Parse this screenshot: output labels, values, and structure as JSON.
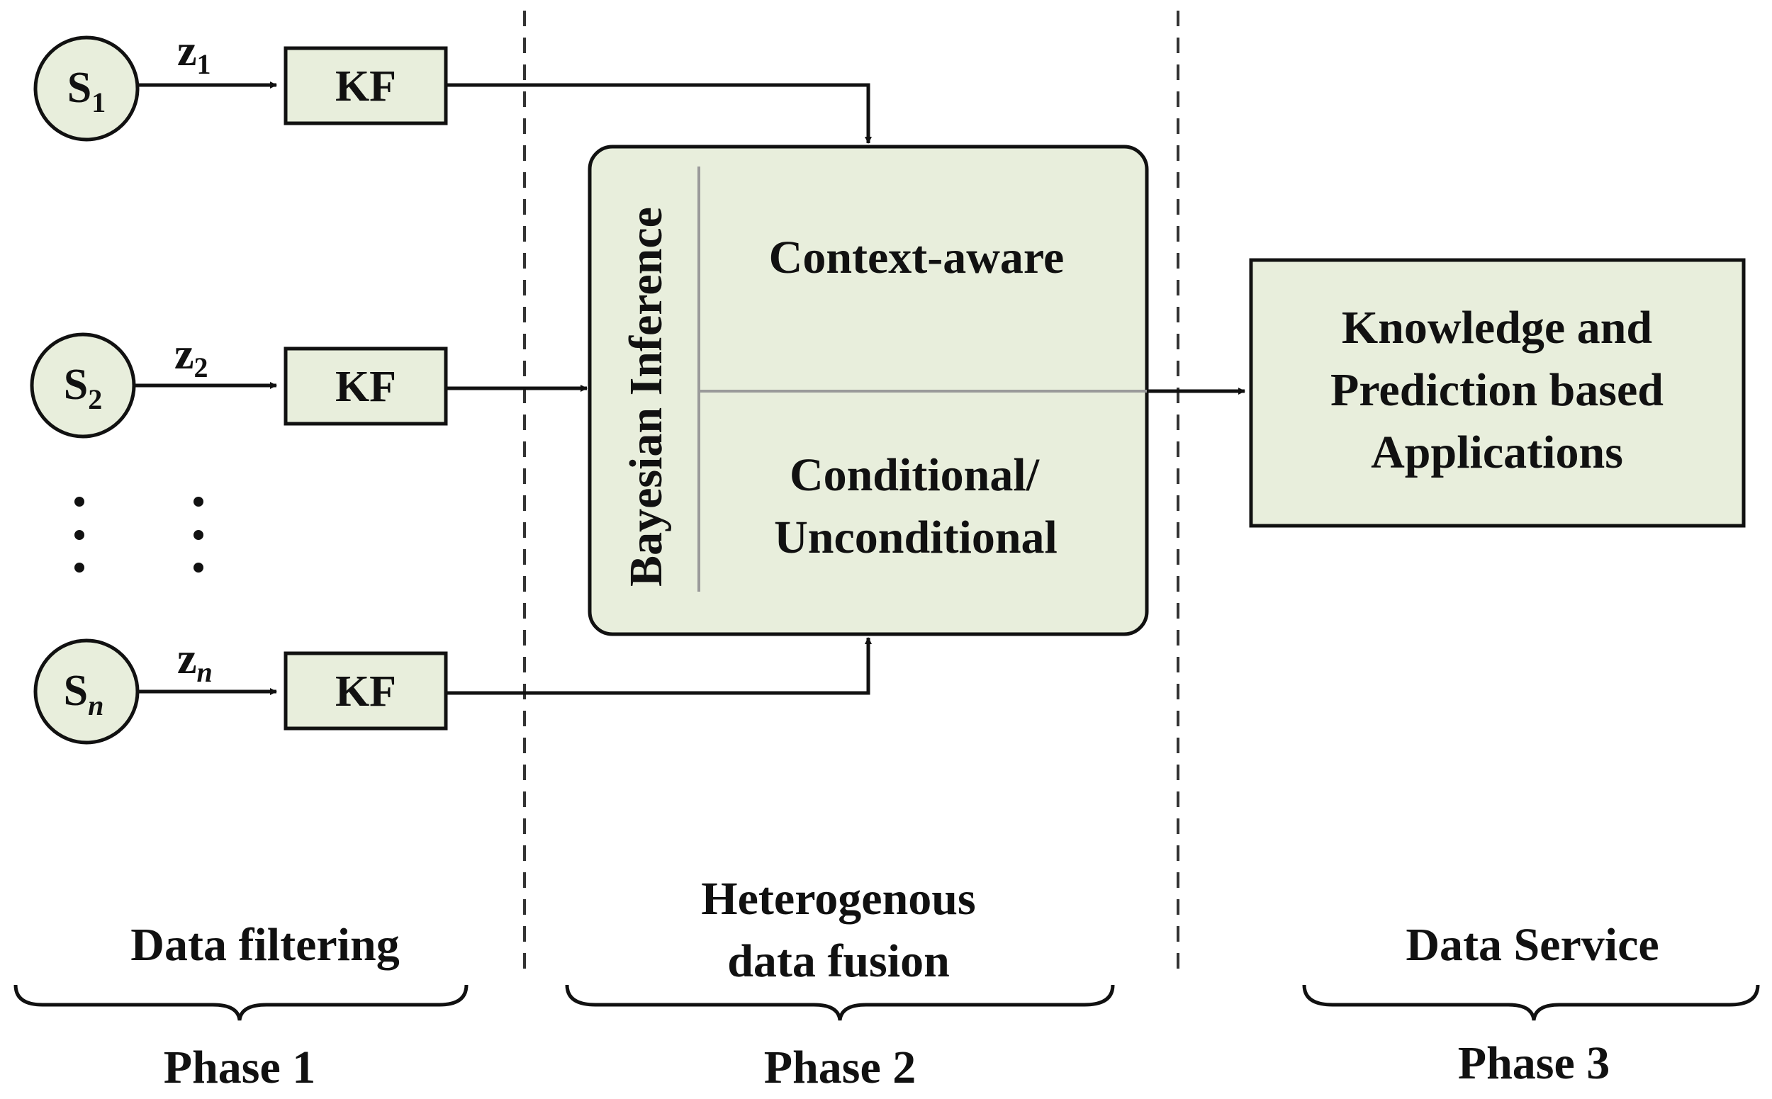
{
  "colors": {
    "fill": "#e8eedc",
    "stroke": "#111111",
    "divider": "#9a9a9a"
  },
  "sensors": [
    {
      "label": "S",
      "sub": "1",
      "measure": "z",
      "measure_sub": "1",
      "filter": "KF"
    },
    {
      "label": "S",
      "sub": "2",
      "measure": "z",
      "measure_sub": "2",
      "filter": "KF"
    },
    {
      "label": "S",
      "sub": "n",
      "measure": "z",
      "measure_sub": "n",
      "filter": "KF"
    }
  ],
  "fusion": {
    "vertical_label": "Bayesian Inference",
    "upper": "Context-aware",
    "lower_line1": "Conditional/",
    "lower_line2": "Unconditional"
  },
  "service": {
    "line1": "Knowledge and",
    "line2": "Prediction based",
    "line3": "Applications"
  },
  "phases": [
    {
      "title_line1": "Data filtering",
      "title_line2": "",
      "label": "Phase 1"
    },
    {
      "title_line1": "Heterogenous",
      "title_line2": "data fusion",
      "label": "Phase 2"
    },
    {
      "title_line1": "Data Service",
      "title_line2": "",
      "label": "Phase 3"
    }
  ]
}
